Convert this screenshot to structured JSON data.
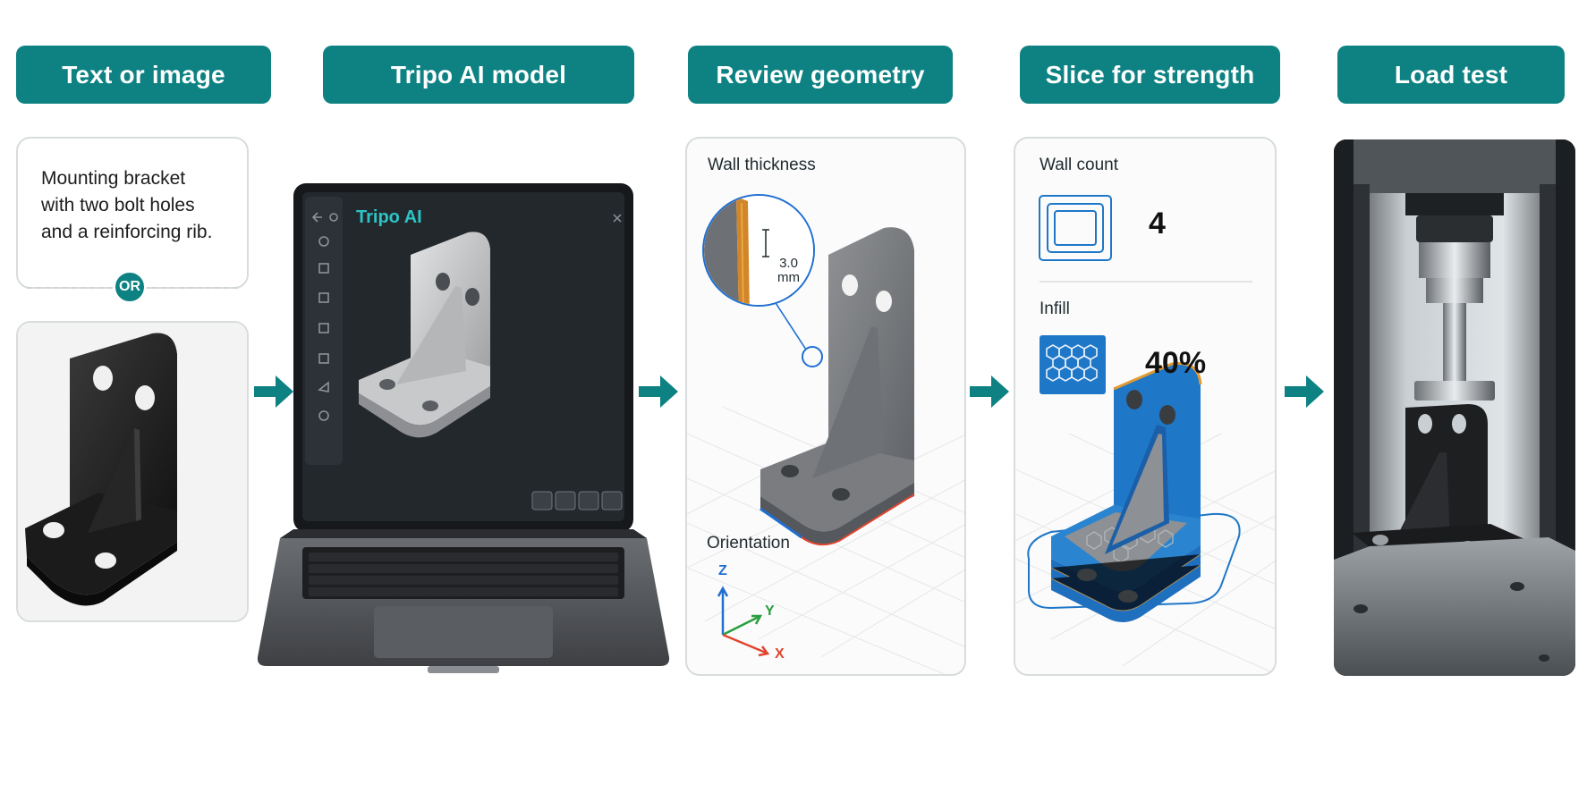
{
  "stages": [
    {
      "title": "Text or image"
    },
    {
      "title": "Tripo AI model"
    },
    {
      "title": "Review geometry"
    },
    {
      "title": "Slice for strength"
    },
    {
      "title": "Load test"
    }
  ],
  "input": {
    "prompt_lines": [
      "Mounting bracket",
      "with two bolt holes",
      "and a reinforcing rib."
    ],
    "or_label": "OR"
  },
  "app": {
    "title": "Tripo AI"
  },
  "review": {
    "wall_thickness_label": "Wall thickness",
    "thickness_value": "3.0",
    "thickness_unit": "mm",
    "orientation_label": "Orientation",
    "axis_z": "Z",
    "axis_y": "Y",
    "axis_x": "X"
  },
  "slice": {
    "wall_count_label": "Wall count",
    "wall_count_value": "4",
    "infill_label": "Infill",
    "infill_value": "40%"
  },
  "colors": {
    "accent": "#0e8283",
    "app_accent": "#2ec4c6",
    "slice_blue": "#1f77c8",
    "axis_z": "#1f6fd1",
    "axis_y": "#2a9d3f",
    "axis_x": "#e0452f"
  }
}
